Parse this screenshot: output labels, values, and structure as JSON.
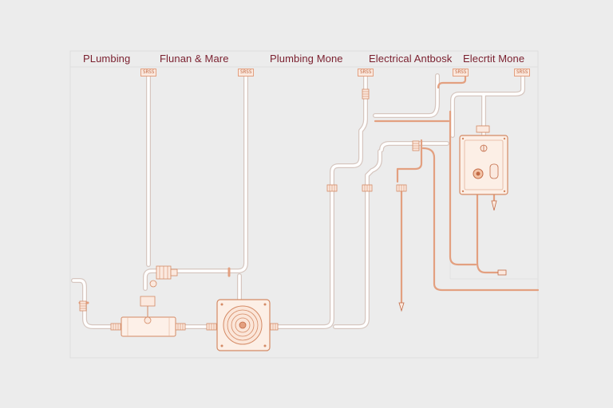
{
  "headers": [
    {
      "id": "plumbing",
      "text": "PLumbing"
    },
    {
      "id": "flunan",
      "text": "Flunan & Mare"
    },
    {
      "id": "plumbing-mone",
      "text": "Plumbing Mone"
    },
    {
      "id": "electrical-antbosk",
      "text": "Electrical Antbosk"
    },
    {
      "id": "electrict-mone",
      "text": "Elecrtit Mone"
    }
  ],
  "tags": {
    "col1": "SRSS",
    "col2": "SRSS",
    "col3": "SRSS",
    "col4": "SRSS",
    "col5": "SRSS"
  },
  "colors": {
    "background": "#ececec",
    "header_text": "#7a1f2e",
    "pipe_outline": "#d9c9c2",
    "pipe_fill": "#ffffff",
    "copper": "#e3a080",
    "copper_dark": "#c26a45",
    "frame": "#dcdcdc"
  }
}
